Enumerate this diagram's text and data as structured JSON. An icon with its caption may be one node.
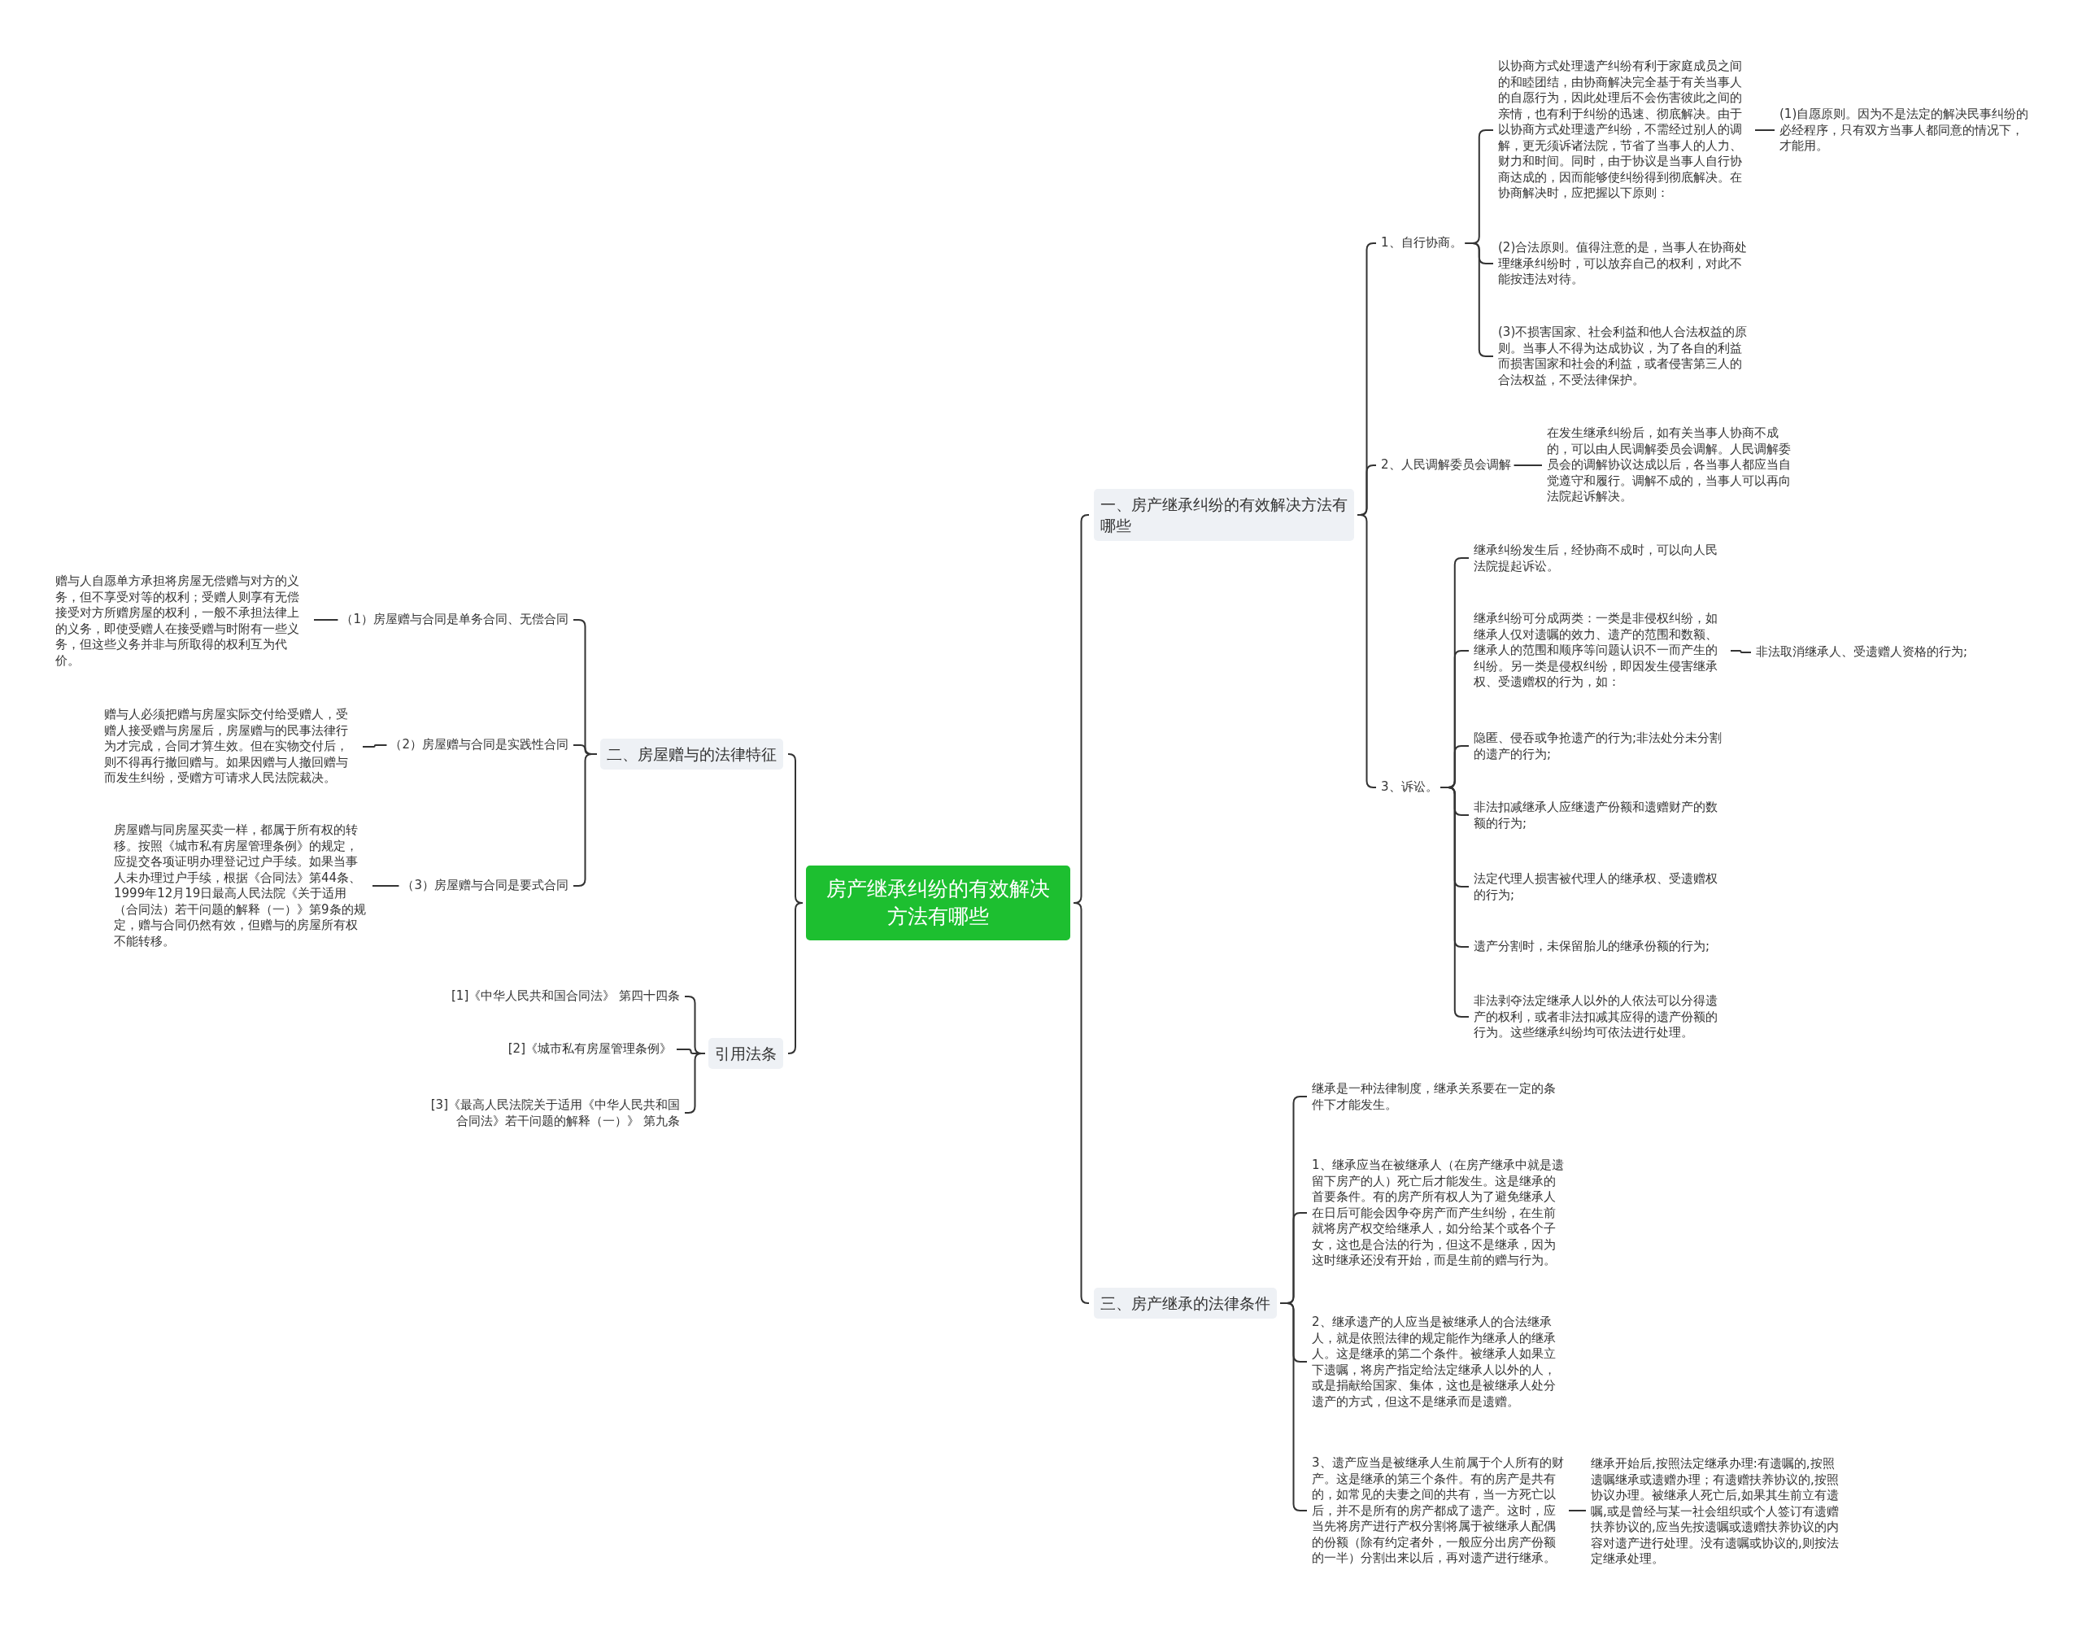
{
  "diagram": {
    "nodes": [
      {
        "text": [
          "房产继承纠纷的有效解决方法有哪些"
        ]
      },
      {
        "text": [
          "一、房产继承纠纷的有效解决方法有哪些"
        ]
      },
      {
        "text": [
          "二、房屋赠与的法律特征"
        ]
      },
      {
        "text": [
          "引用法条"
        ]
      },
      {
        "text": [
          "三、房产继承的法律条件"
        ]
      },
      {
        "text": [
          "1、自行协商。"
        ]
      },
      {
        "text": [
          "2、人民调解委员会调解"
        ]
      },
      {
        "text": [
          "3、诉讼。"
        ]
      },
      {
        "text": [
          "以协商方式处理遗产纠纷有利于家庭成员之间的和睦团结，由协商解决完全基于有关当事人的自愿行为，因此处理后不会伤害彼此之间的亲情，也有利于纠纷的迅速、彻底解决。由于以协商方式处理遗产纠纷，不需经过别人的调解，更无须诉诸法院，节省了当事人的人力、财力和时间。同时，由于协议是当事人自行协商达成的，因而能够使纠纷得到彻底解决。在协商解决时，应把握以下原则："
        ]
      },
      {
        "text": [
          "(1)自愿原则。因为不是法定的解决民事纠纷的必经程序，只有双方当事人都同意的情况下，才能用。"
        ]
      },
      {
        "text": [
          "(2)合法原则。值得注意的是，当事人在协商处理继承纠纷时，可以放弃自己的权利，对此不能按违法对待。"
        ]
      },
      {
        "text": [
          "(3)不损害国家、社会利益和他人合法权益的原则。当事人不得为达成协议，为了各自的利益而损害国家和社会的利益，或者侵害第三人的合法权益，不受法律保护。"
        ]
      },
      {
        "text": [
          "在发生继承纠纷后，如有关当事人协商不成的，可以由人民调解委员会调解。人民调解委员会的调解协议达成以后，各当事人都应当自觉遵守和履行。调解不成的，当事人可以再向法院起诉解决。"
        ]
      },
      {
        "text": [
          "继承纠纷发生后，经协商不成时，可以向人民法院提起诉讼。"
        ]
      },
      {
        "text": [
          "继承纠纷可分成两类：一类是非侵权纠纷，如继承人仅对遗嘱的效力、遗产的范围和数额、继承人的范围和顺序等问题认识不一而产生的纠纷。另一类是侵权纠纷，即因发生侵害继承权、受遗赠权的行为，如："
        ]
      },
      {
        "text": [
          "非法取消继承人、受遗赠人资格的行为;"
        ]
      },
      {
        "text": [
          "隐匿、侵吞或争抢遗产的行为;非法处分未分割的遗产的行为;"
        ]
      },
      {
        "text": [
          "非法扣减继承人应继遗产份额和遗赠财产的数额的行为;"
        ]
      },
      {
        "text": [
          "法定代理人损害被代理人的继承权、受遗赠权的行为;"
        ]
      },
      {
        "text": [
          "遗产分割时，未保留胎儿的继承份额的行为;"
        ]
      },
      {
        "text": [
          "非法剥夺法定继承人以外的人依法可以分得遗产的权利，或者非法扣减其应得的遗产份额的行为。这些继承纠纷均可依法进行处理。"
        ]
      },
      {
        "text": [
          "继承是一种法律制度，继承关系要在一定的条件下才能发生。"
        ]
      },
      {
        "text": [
          "1、继承应当在被继承人（在房产继承中就是遗留下房产的人）死亡后才能发生。这是继承的首要条件。有的房产所有权人为了避免继承人在日后可能会因争夺房产而产生纠纷，在生前就将房产权交给继承人，如分给某个或各个子女，这也是合法的行为，但这不是继承，因为这时继承还没有开始，而是生前的赠与行为。"
        ]
      },
      {
        "text": [
          "2、继承遗产的人应当是被继承人的合法继承人，就是依照法律的规定能作为继承人的继承人。这是继承的第二个条件。被继承人如果立下遗嘱，将房产指定给法定继承人以外的人，或是捐献给国家、集体，这也是被继承人处分遗产的方式，但这不是继承而是遗赠。"
        ]
      },
      {
        "text": [
          "3、遗产应当是被继承人生前属于个人所有的财产。这是继承的第三个条件。有的房产是共有的，如常见的夫妻之间的共有，当一方死亡以后，并不是所有的房产都成了遗产。这时，应当先将房产进行产权分割将属于被继承人配偶的份额（除有约定者外，一般应分出房产份额的一半）分割出来以后，再对遗产进行继承。"
        ]
      },
      {
        "text": [
          "继承开始后,按照法定继承办理:有遗嘱的,按照遗嘱继承或遗赠办理；有遗赠扶养协议的,按照协议办理。被继承人死亡后,如果其生前立有遗嘱,或是曾经与某一社会组织或个人签订有遗赠扶养协议的,应当先按遗嘱或遗赠扶养协议的内容对遗产进行处理。没有遗嘱或协议的,则按法定继承处理。"
        ]
      },
      {
        "text": [
          "（1）房屋赠与合同是单务合同、无偿合同"
        ]
      },
      {
        "text": [
          "赠与人自愿单方承担将房屋无偿赠与对方的义务，但不享受对等的权利；受赠人则享有无偿接受对方所赠房屋的权利，一般不承担法律上的义务，即使受赠人在接受赠与时附有一些义务，但这些义务并非与所取得的权利互为代价。"
        ]
      },
      {
        "text": [
          "（2）房屋赠与合同是实践性合同"
        ]
      },
      {
        "text": [
          "赠与人必须把赠与房屋实际交付给受赠人，受赠人接受赠与房屋后，房屋赠与的民事法律行为才完成，合同才算生效。但在实物交付后，则不得再行撤回赠与。如果因赠与人撤回赠与而发生纠纷，受赠方可请求人民法院裁决。"
        ]
      },
      {
        "text": [
          "（3）房屋赠与合同是要式合同"
        ]
      },
      {
        "text": [
          "房屋赠与同房屋买卖一样，都属于所有权的转移。按照《城市私有房屋管理条例》的规定，应提交各项证明办理登记过户手续。如果当事人未办理过户手续，根据《合同法》第44条、1999年12月19日最高人民法院《关于适用（合同法）若干问题的解释（一）》第9条的规定，赠与合同仍然有效，但赠与的房屋所有权不能转移。"
        ]
      },
      {
        "text": [
          "[1]《中华人民共和国合同法》 第四十四条"
        ]
      },
      {
        "text": [
          "[2]《城市私有房屋管理条例》"
        ]
      },
      {
        "text": [
          "[3]《最高人民法院关于适用《中华人民共和国合同法》若干问题的解释（一）》 第九条"
        ]
      }
    ],
    "edges": [
      {
        "from": 0,
        "to": 1,
        "arrow": "none"
      },
      {
        "from": 0,
        "to": 2,
        "arrow": "none"
      },
      {
        "from": 0,
        "to": 3,
        "arrow": "none"
      },
      {
        "from": 0,
        "to": 4,
        "arrow": "none"
      },
      {
        "from": 1,
        "to": 5,
        "arrow": "none"
      },
      {
        "from": 1,
        "to": 6,
        "arrow": "none"
      },
      {
        "from": 1,
        "to": 7,
        "arrow": "none"
      },
      {
        "from": 5,
        "to": 8,
        "arrow": "none"
      },
      {
        "from": 8,
        "to": 9,
        "arrow": "none"
      },
      {
        "from": 5,
        "to": 10,
        "arrow": "none"
      },
      {
        "from": 5,
        "to": 11,
        "arrow": "none"
      },
      {
        "from": 6,
        "to": 12,
        "arrow": "none"
      },
      {
        "from": 7,
        "to": 13,
        "arrow": "none"
      },
      {
        "from": 7,
        "to": 14,
        "arrow": "none"
      },
      {
        "from": 14,
        "to": 15,
        "arrow": "none"
      },
      {
        "from": 7,
        "to": 16,
        "arrow": "none"
      },
      {
        "from": 7,
        "to": 17,
        "arrow": "none"
      },
      {
        "from": 7,
        "to": 18,
        "arrow": "none"
      },
      {
        "from": 7,
        "to": 19,
        "arrow": "none"
      },
      {
        "from": 7,
        "to": 20,
        "arrow": "none"
      },
      {
        "from": 4,
        "to": 21,
        "arrow": "none"
      },
      {
        "from": 4,
        "to": 22,
        "arrow": "none"
      },
      {
        "from": 4,
        "to": 23,
        "arrow": "none"
      },
      {
        "from": 4,
        "to": 24,
        "arrow": "none"
      },
      {
        "from": 24,
        "to": 25,
        "arrow": "none"
      },
      {
        "from": 2,
        "to": 26,
        "arrow": "none"
      },
      {
        "from": 26,
        "to": 27,
        "arrow": "none"
      },
      {
        "from": 2,
        "to": 28,
        "arrow": "none"
      },
      {
        "from": 28,
        "to": 29,
        "arrow": "none"
      },
      {
        "from": 2,
        "to": 30,
        "arrow": "none"
      },
      {
        "from": 30,
        "to": 31,
        "arrow": "none"
      },
      {
        "from": 3,
        "to": 32,
        "arrow": "none"
      },
      {
        "from": 3,
        "to": 33,
        "arrow": "none"
      },
      {
        "from": 3,
        "to": 34,
        "arrow": "none"
      }
    ]
  }
}
